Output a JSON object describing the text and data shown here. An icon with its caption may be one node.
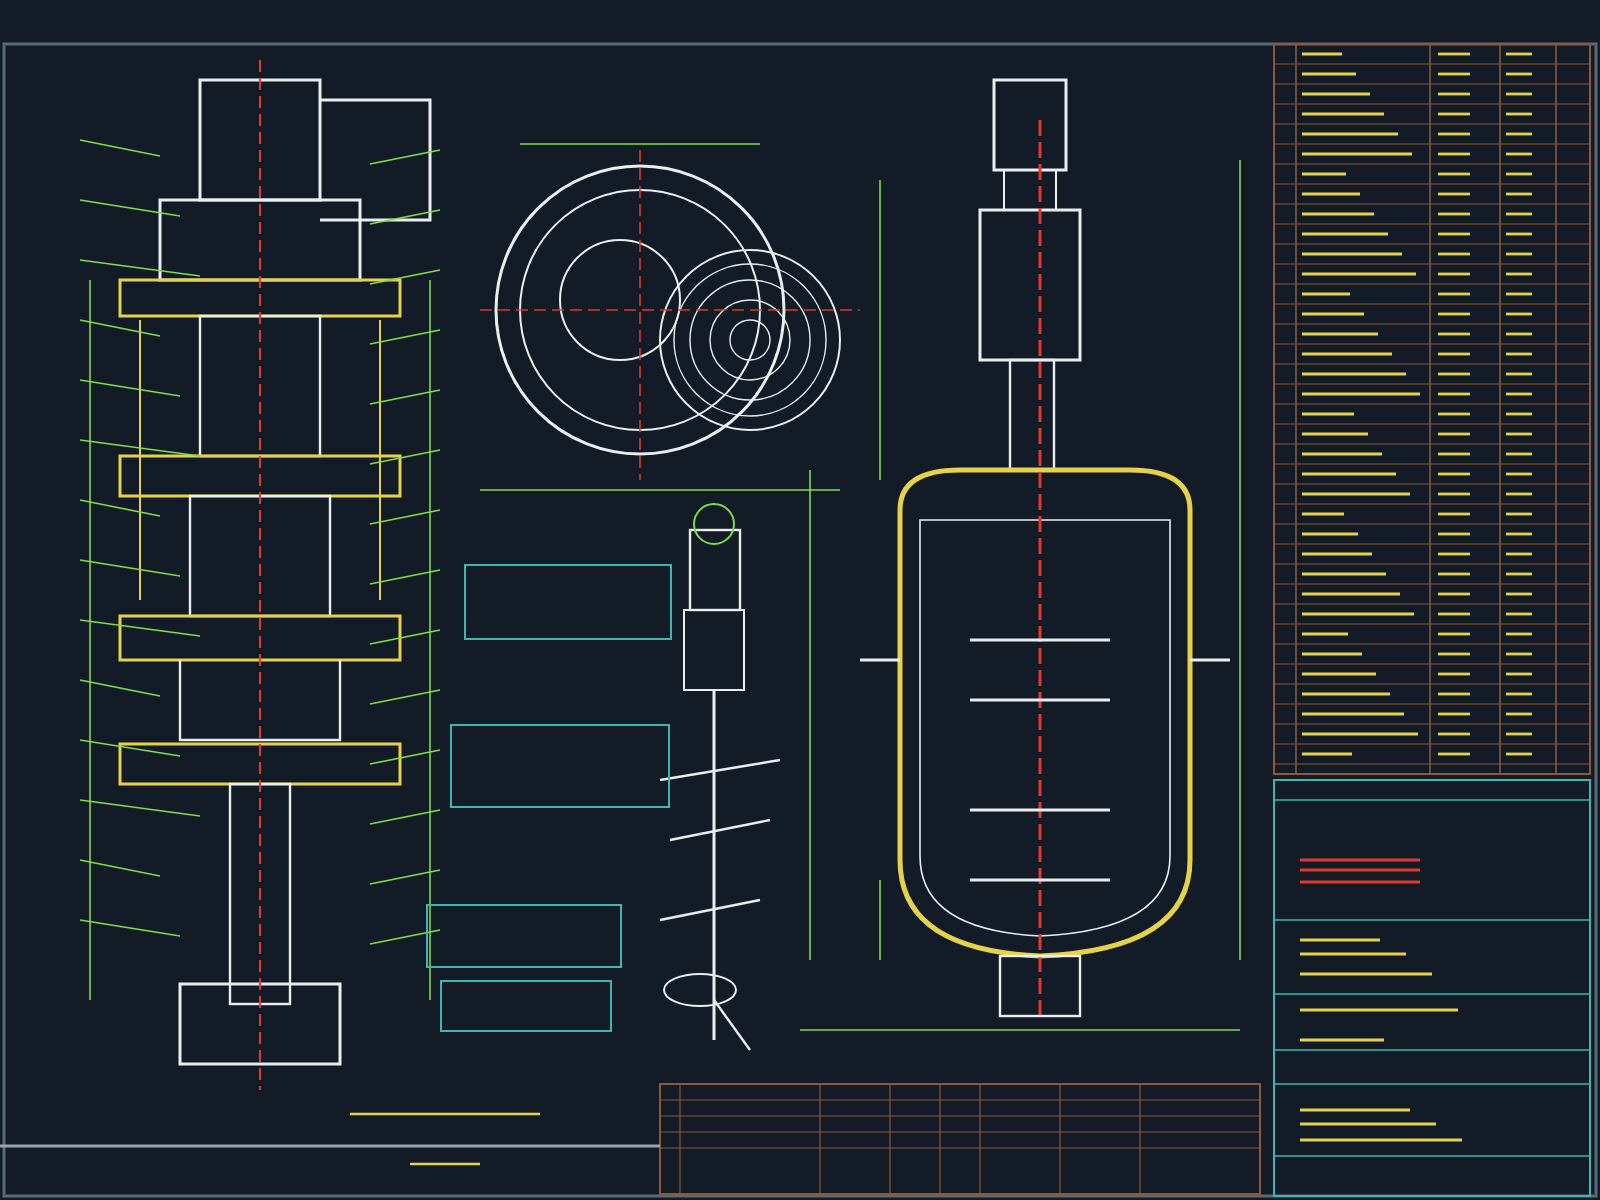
{
  "diagram": {
    "nodes": [
      {
        "text": [],
        "shape": "box"
      },
      {
        "text": [],
        "shape": "box"
      },
      {
        "text": [],
        "shape": "box"
      },
      {
        "text": [],
        "shape": "box"
      }
    ]
  }
}
